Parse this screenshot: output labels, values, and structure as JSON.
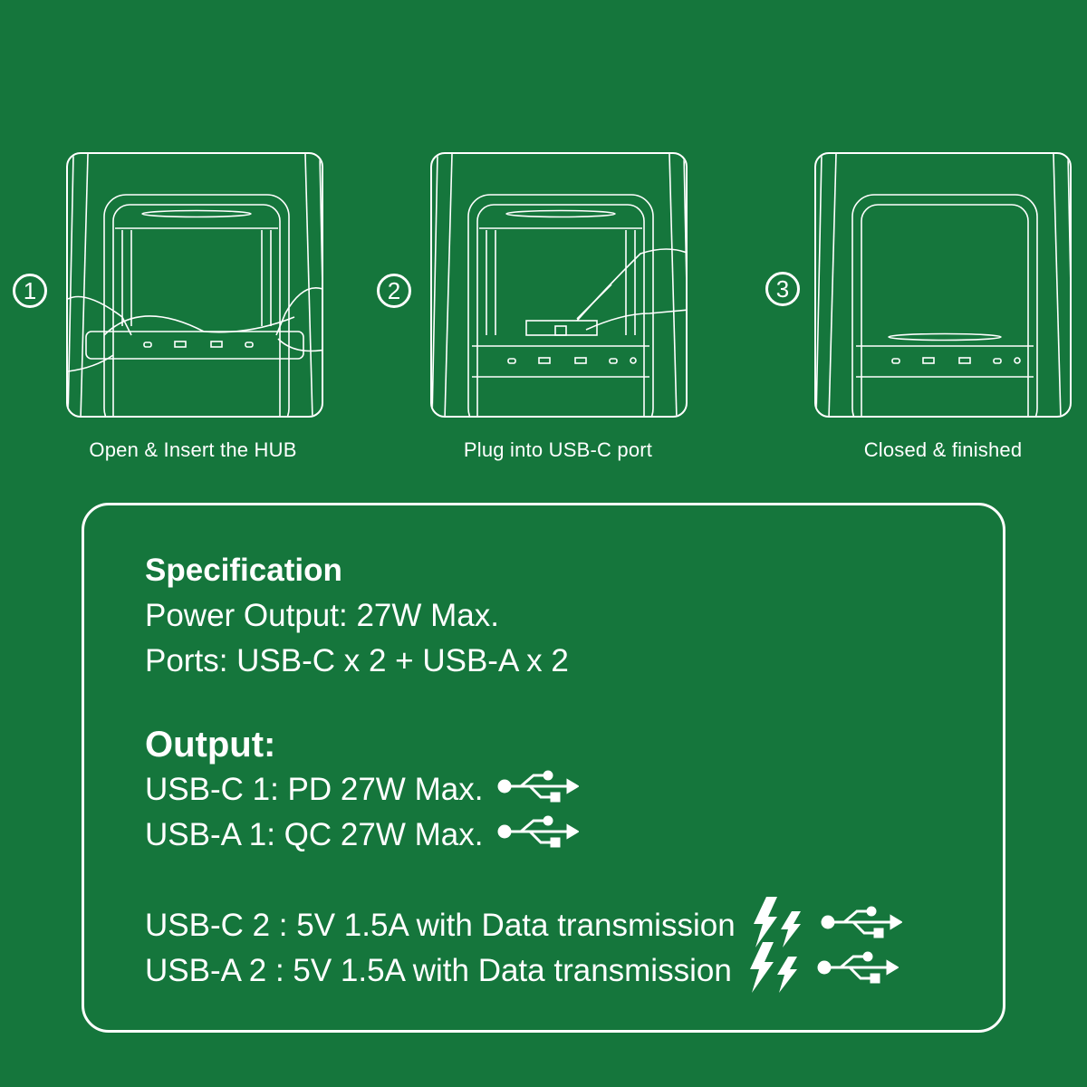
{
  "steps": [
    {
      "number": "1",
      "caption": "Open & Insert the HUB"
    },
    {
      "number": "2",
      "caption": "Plug into USB-C port"
    },
    {
      "number": "3",
      "caption": "Closed & finished"
    }
  ],
  "spec": {
    "heading": "Specification",
    "power": "Power Output: 27W Max.",
    "ports": "Ports: USB-C x 2 + USB-A x 2"
  },
  "output": {
    "heading": "Output:",
    "lines": [
      {
        "text": "USB-C 1: PD 27W Max.",
        "icons": [
          "usb-icon"
        ]
      },
      {
        "text": "USB-A 1: QC 27W Max.",
        "icons": [
          "usb-icon"
        ]
      },
      {
        "text": "USB-C 2 : 5V 1.5A with Data transmission",
        "icons": [
          "lightning-icon",
          "usb-icon"
        ]
      },
      {
        "text": "USB-A 2 : 5V 1.5A with Data transmission",
        "icons": [
          "lightning-icon",
          "usb-icon"
        ]
      }
    ]
  },
  "colors": {
    "background": "#15763c",
    "foreground": "#ffffff"
  }
}
